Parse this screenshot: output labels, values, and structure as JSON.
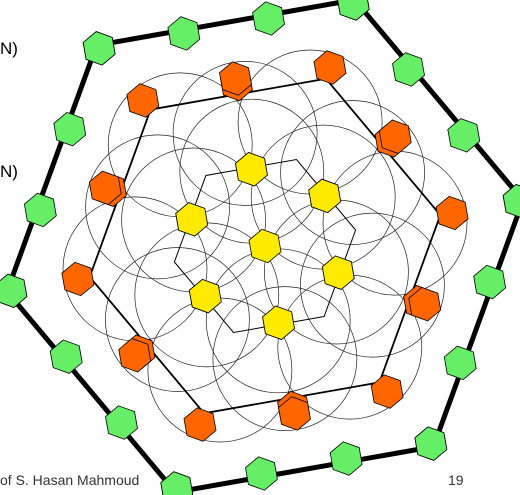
{
  "left_text": [
    "N)",
    "N)"
  ],
  "footer": {
    "author": "of S. Hasan Mahmoud",
    "page": "19"
  },
  "colors": {
    "ring0": "#ffea00",
    "ring1": "#ffea00",
    "ring2": "#ff6600",
    "ring3": "#66ee66",
    "cell_outline": "#000000",
    "hex_outline_thin": "#000000",
    "hex_outline_thick": "#000000",
    "background": "#ffffff"
  },
  "icons": {
    "cell": "small-hexagon",
    "coverage": "circle"
  }
}
